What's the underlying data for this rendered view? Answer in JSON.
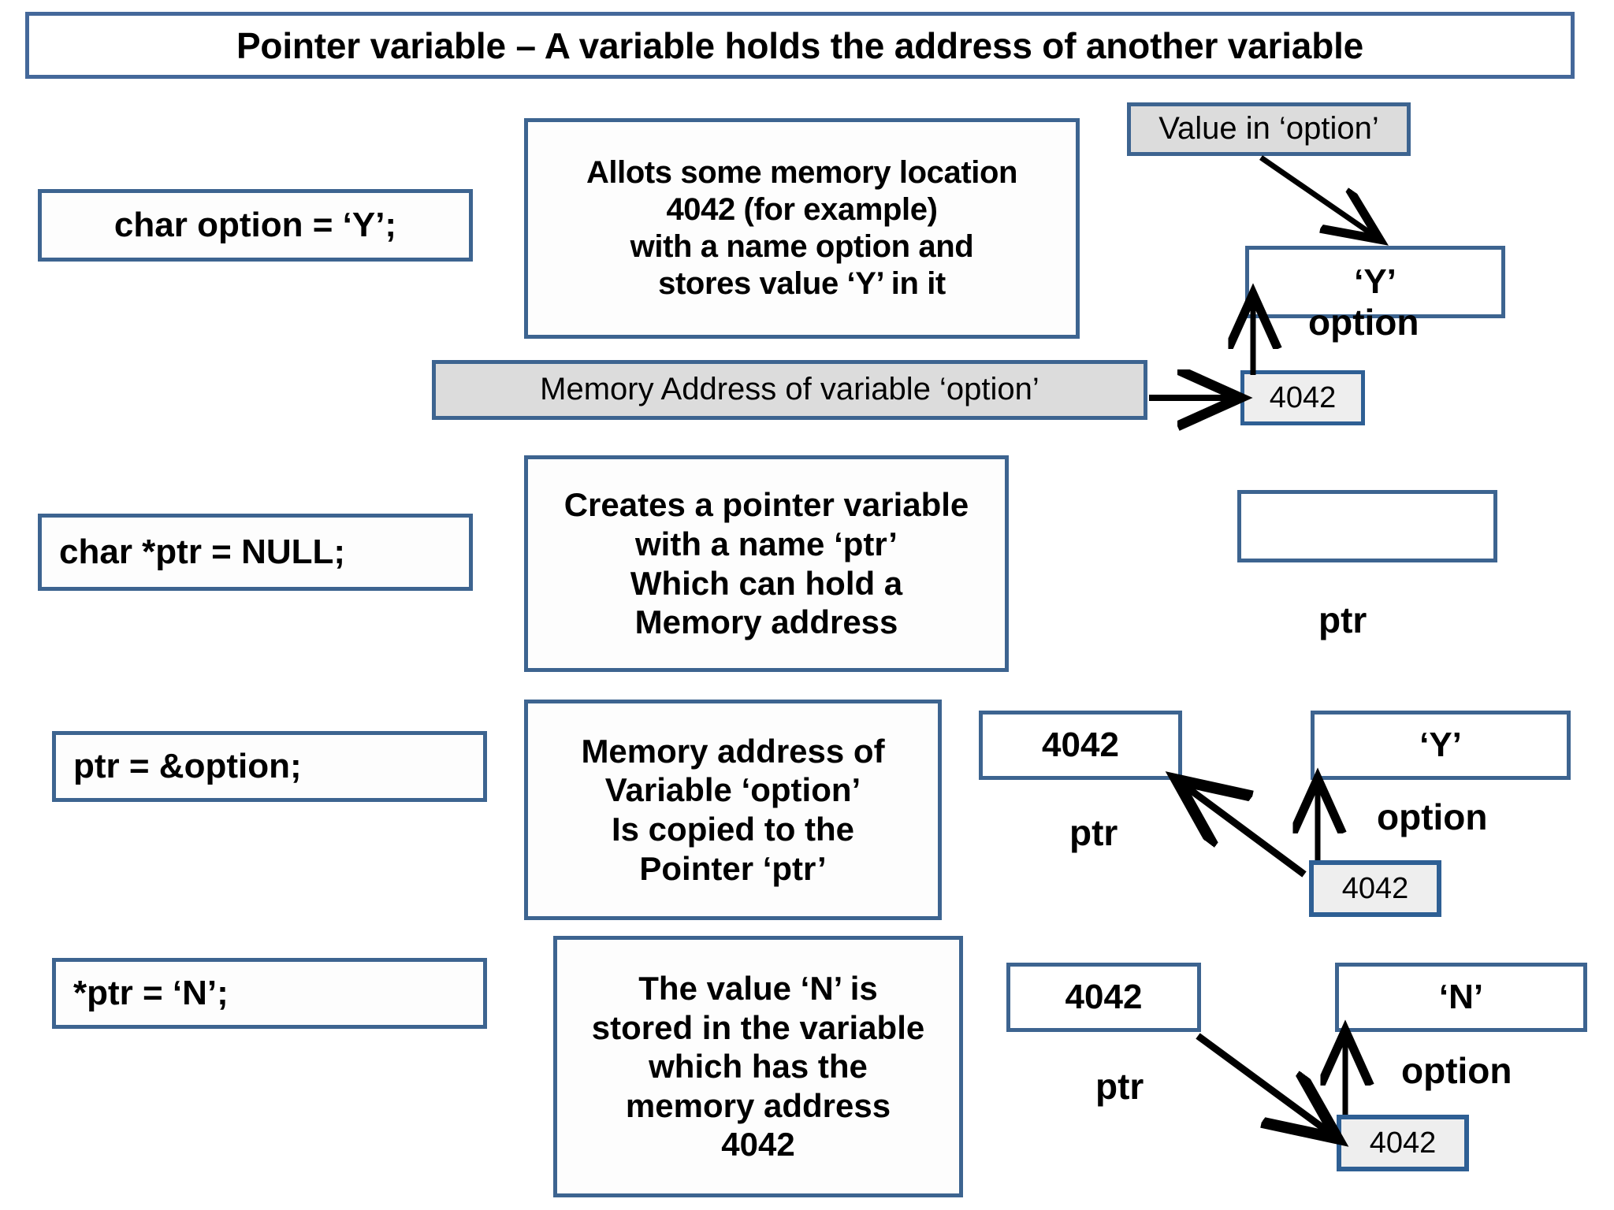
{
  "title": {
    "text": "Pointer variable – A variable holds the address of another variable"
  },
  "rows": [
    {
      "id": "row-declare-option",
      "code": "char option = ‘Y’;",
      "description": "Allots some memory location\n4042 (for example)\nwith a name option and\nstores value ‘Y’  in it",
      "callout_value": "Value in ‘option’",
      "callout_address": "Memory Address of variable ‘option’",
      "variable_value": "‘Y’",
      "variable_name": "option",
      "address_value": "4042"
    },
    {
      "id": "row-declare-ptr",
      "code": "char *ptr = NULL;",
      "description": "Creates a pointer variable\nwith a name ‘ptr’\nWhich can hold a\nMemory address",
      "variable_value": "",
      "variable_name": "ptr"
    },
    {
      "id": "row-assign-address",
      "code": "ptr = &option;",
      "description": "Memory address of\nVariable ‘option’\nIs copied to the\nPointer ‘ptr’",
      "ptr_value": "4042",
      "ptr_name": "ptr",
      "variable_value": "‘Y’",
      "variable_name": "option",
      "address_value": "4042"
    },
    {
      "id": "row-deref-assign",
      "code": "*ptr = ‘N’;",
      "description": "The value ‘N’ is\nstored in the variable\nwhich has the\nmemory address\n4042",
      "ptr_value": "4042",
      "ptr_name": "ptr",
      "variable_value": "‘N’",
      "variable_name": "option",
      "address_value": "4042"
    }
  ],
  "colors": {
    "box_border": "#3d6490",
    "title_border": "#44689a",
    "callout_fill": "#dcdcdc",
    "address_fill": "#eeeeee",
    "text": "#000000",
    "page_background": "#ffffff"
  }
}
